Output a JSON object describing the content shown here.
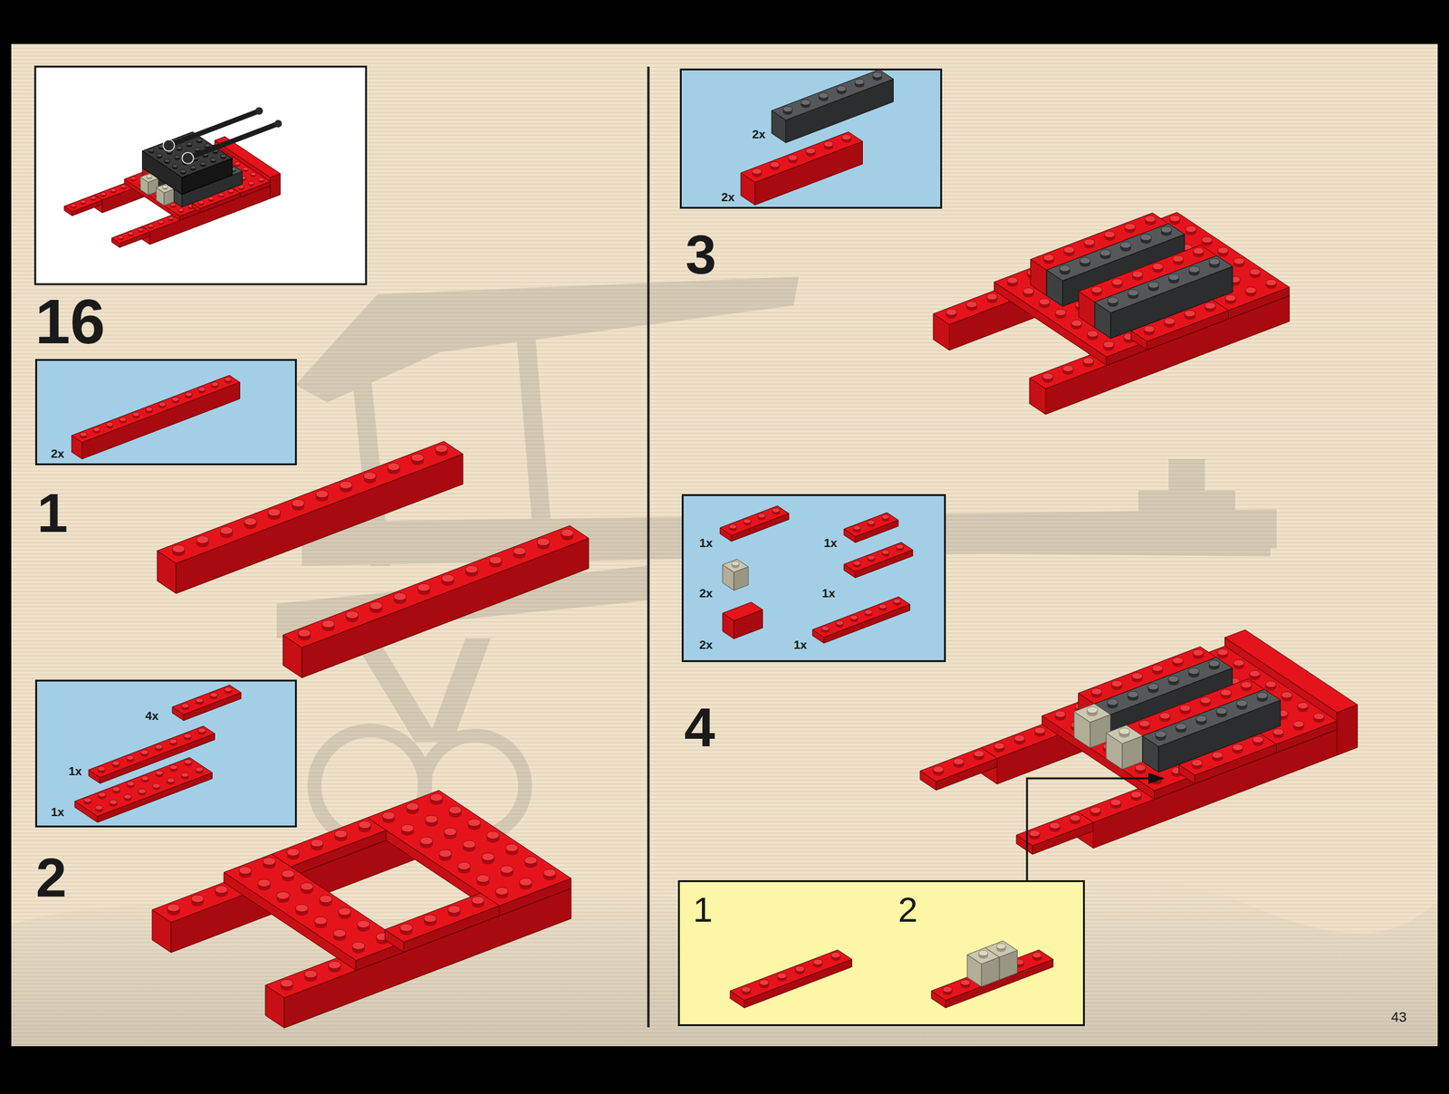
{
  "diagram": {
    "nodes": [
      {
        "text": [
          "2x"
        ]
      },
      {
        "text": [
          "4x",
          "1x",
          "1x"
        ]
      },
      {
        "text": [
          "2x",
          "2x"
        ]
      },
      {
        "text": [
          "1x",
          "1x",
          "2x",
          "1x",
          "2x",
          "1x"
        ]
      },
      {
        "text": [
          "1",
          "2"
        ]
      }
    ],
    "labels": [
      "16",
      "1",
      "2",
      "3",
      "4",
      "43"
    ]
  }
}
